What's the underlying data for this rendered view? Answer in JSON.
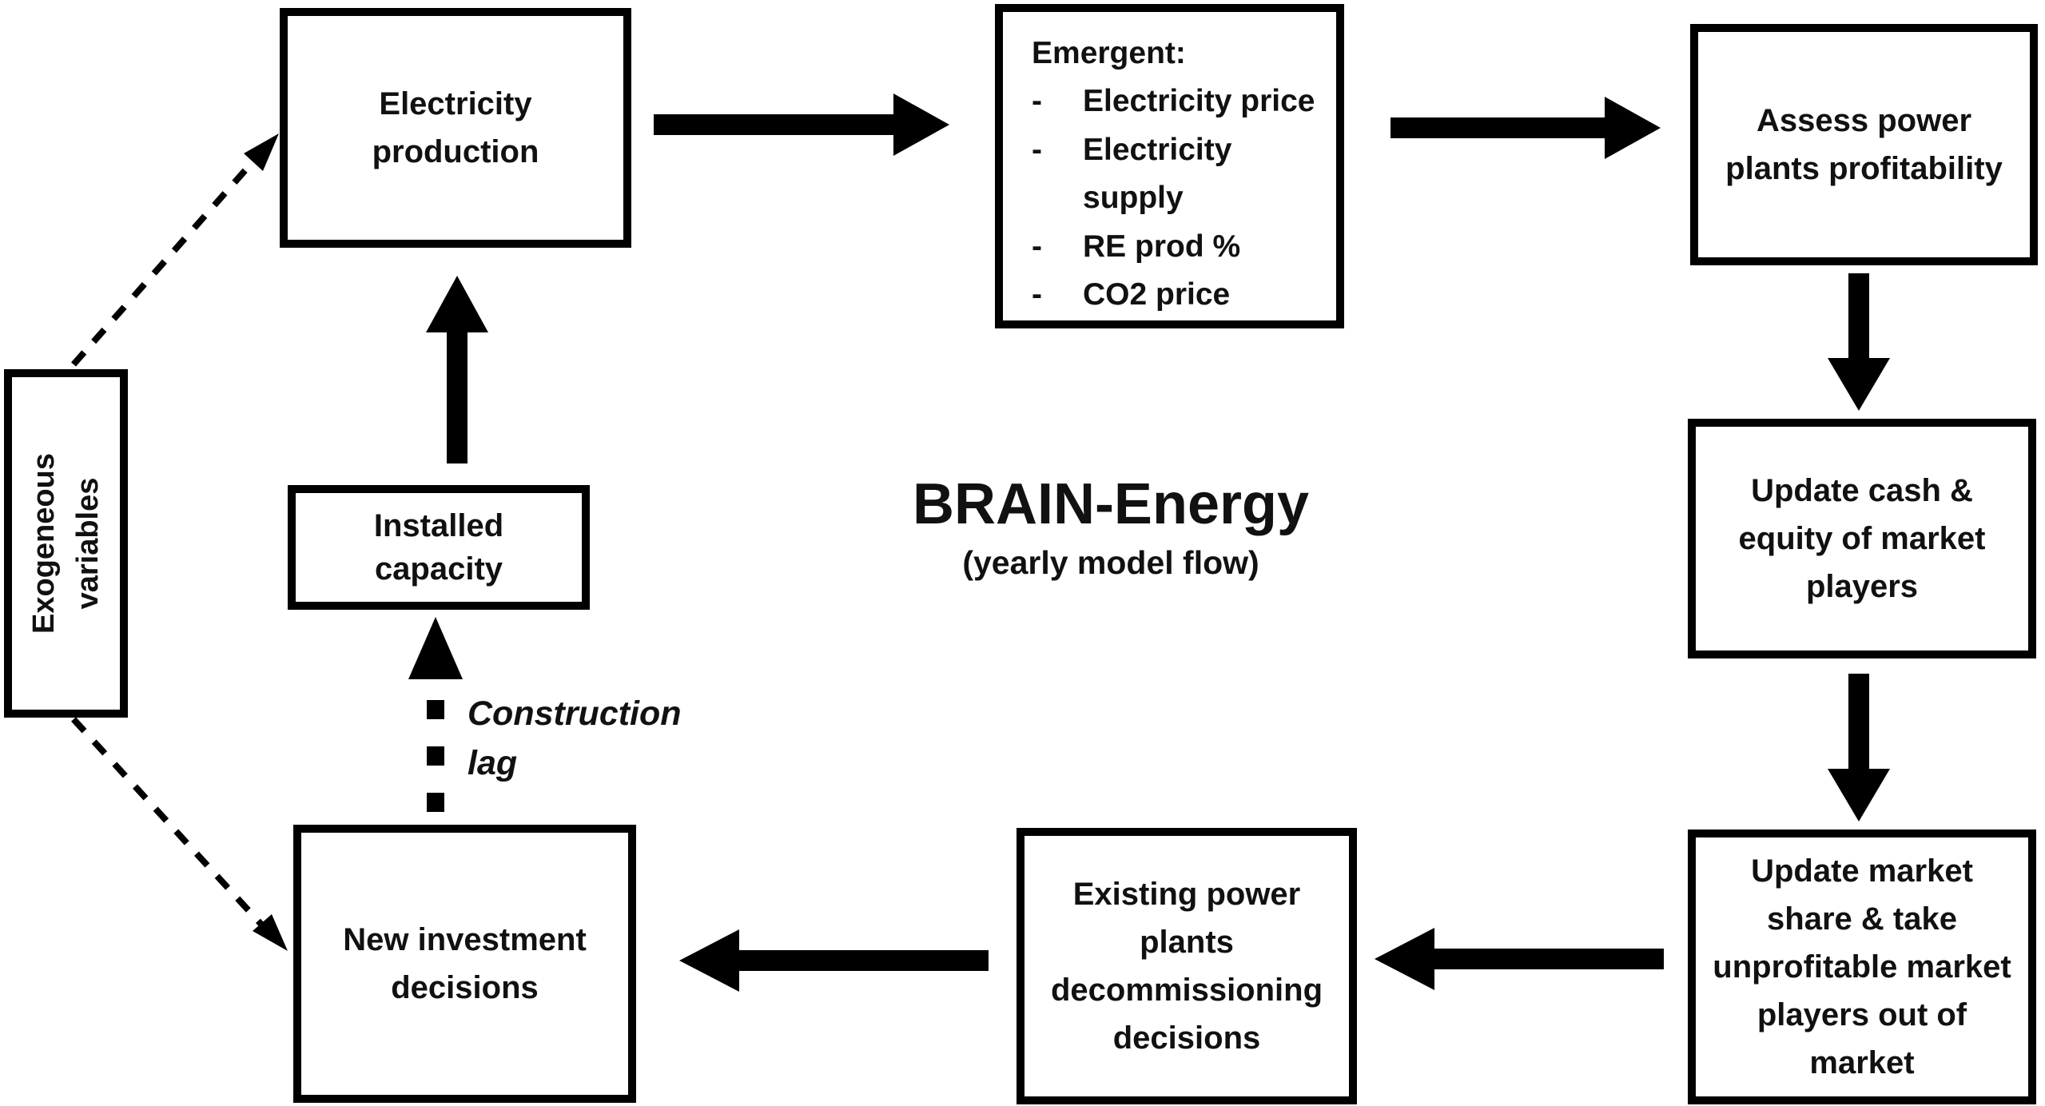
{
  "diagram": {
    "title": "BRAIN-Energy",
    "subtitle": "(yearly model flow)",
    "nodes": {
      "exogeneous": {
        "label": "Exogeneous variables"
      },
      "electricity_production": {
        "label": "Electricity production"
      },
      "emergent": {
        "heading": "Emergent:",
        "bullet": "-",
        "items": [
          "Electricity price",
          "Electricity supply",
          "RE prod %",
          "CO2 price"
        ]
      },
      "assess": {
        "label": "Assess power plants profitability"
      },
      "update_cash": {
        "label": "Update cash & equity of market players"
      },
      "update_market": {
        "label": "Update market share & take unprofitable market players out of market"
      },
      "existing": {
        "label": "Existing power plants decommissioning decisions"
      },
      "new_investment": {
        "label": "New investment decisions"
      },
      "installed_capacity": {
        "label": "Installed capacity"
      }
    },
    "edge_labels": {
      "construction_lag": "Construction lag"
    },
    "colors": {
      "line": "#000000",
      "background": "#ffffff",
      "text": "#111111"
    }
  }
}
